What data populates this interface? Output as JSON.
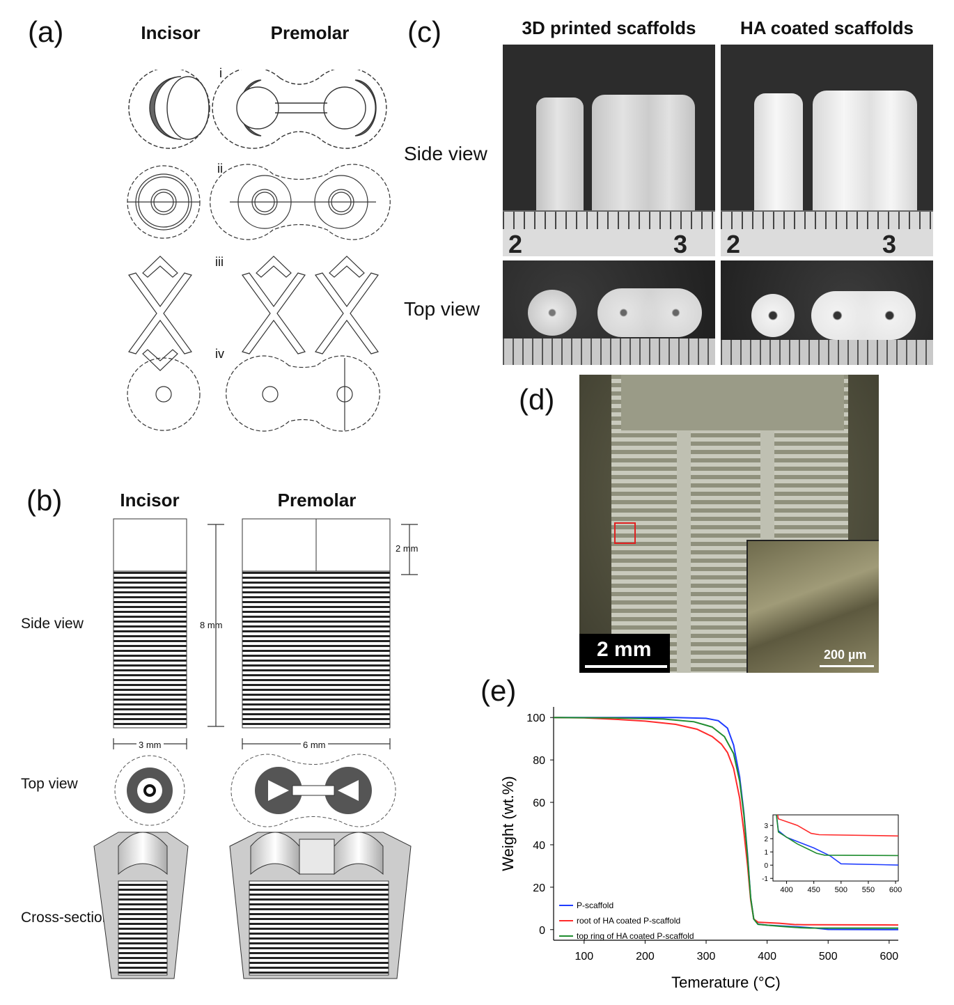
{
  "panel_a": {
    "letter": "(a)",
    "col_incisor": "Incisor",
    "col_premolar": "Premolar",
    "rows": [
      "i",
      "ii",
      "iii",
      "iv"
    ]
  },
  "panel_b": {
    "letter": "(b)",
    "col_incisor": "Incisor",
    "col_premolar": "Premolar",
    "side_view": "Side view",
    "top_view": "Top view",
    "cross_section": "Cross-section",
    "dim_2mm": "2 mm",
    "dim_8mm": "8 mm",
    "dim_3mm": "3 mm",
    "dim_6mm": "6 mm"
  },
  "panel_c": {
    "letter": "(c)",
    "col_printed": "3D printed scaffolds",
    "col_coated": "HA coated scaffolds",
    "side_view": "Side view",
    "top_view": "Top view",
    "ruler_2": "2",
    "ruler_3": "3"
  },
  "panel_d": {
    "letter": "(d)",
    "scale_main": "2 mm",
    "scale_inset": "200 µm"
  },
  "panel_e": {
    "letter": "(e)",
    "colors": {
      "blue": "#1f3cff",
      "red": "#ff2a2a",
      "green": "#1e8c2e"
    },
    "chart_data": [
      {
        "type": "line",
        "xlabel": "Temerature (°C)",
        "ylabel": "Weight (wt.%)",
        "xlim": [
          50,
          615
        ],
        "ylim": [
          -5,
          105
        ],
        "xticks": [
          100,
          200,
          300,
          400,
          500,
          600
        ],
        "yticks": [
          0,
          20,
          40,
          60,
          80,
          100
        ],
        "legend_position": "bottom-left",
        "series": [
          {
            "name": "P-scaffold",
            "points": [
              [
                50,
                100
              ],
              [
                150,
                100
              ],
              [
                250,
                100
              ],
              [
                300,
                99.6
              ],
              [
                320,
                98.5
              ],
              [
                335,
                95
              ],
              [
                345,
                87
              ],
              [
                355,
                72
              ],
              [
                362,
                55
              ],
              [
                368,
                35
              ],
              [
                373,
                15
              ],
              [
                378,
                5
              ],
              [
                385,
                2.6
              ],
              [
                400,
                2.1
              ],
              [
                450,
                1.3
              ],
              [
                480,
                0.7
              ],
              [
                500,
                0.1
              ],
              [
                615,
                0
              ]
            ]
          },
          {
            "name": "root of HA coated P-scaffold",
            "points": [
              [
                50,
                100
              ],
              [
                100,
                99.8
              ],
              [
                150,
                99.2
              ],
              [
                200,
                98.3
              ],
              [
                250,
                96.8
              ],
              [
                285,
                94.5
              ],
              [
                310,
                91
              ],
              [
                325,
                87.5
              ],
              [
                335,
                83.5
              ],
              [
                345,
                76
              ],
              [
                355,
                62
              ],
              [
                362,
                46
              ],
              [
                368,
                30
              ],
              [
                373,
                14
              ],
              [
                378,
                5
              ],
              [
                385,
                3.5
              ],
              [
                420,
                3
              ],
              [
                445,
                2.4
              ],
              [
                460,
                2.3
              ],
              [
                615,
                2.2
              ]
            ]
          },
          {
            "name": "top ring of HA coated P-scaffold",
            "points": [
              [
                50,
                100
              ],
              [
                150,
                99.8
              ],
              [
                230,
                99.3
              ],
              [
                280,
                98
              ],
              [
                310,
                95.5
              ],
              [
                330,
                91
              ],
              [
                345,
                83
              ],
              [
                355,
                70
              ],
              [
                362,
                54
              ],
              [
                368,
                34
              ],
              [
                373,
                15
              ],
              [
                378,
                5
              ],
              [
                385,
                2.5
              ],
              [
                420,
                1.6
              ],
              [
                440,
                1.2
              ],
              [
                455,
                0.9
              ],
              [
                470,
                0.75
              ],
              [
                615,
                0.72
              ]
            ]
          }
        ]
      },
      {
        "type": "line",
        "title": "",
        "xlim": [
          375,
          605
        ],
        "ylim": [
          -1.2,
          3.8
        ],
        "xticks": [
          400,
          450,
          500,
          550,
          600
        ],
        "yticks": [
          -1,
          0,
          1,
          2,
          3
        ],
        "series_ref": "same as main chart (zoomed inset)"
      }
    ]
  }
}
